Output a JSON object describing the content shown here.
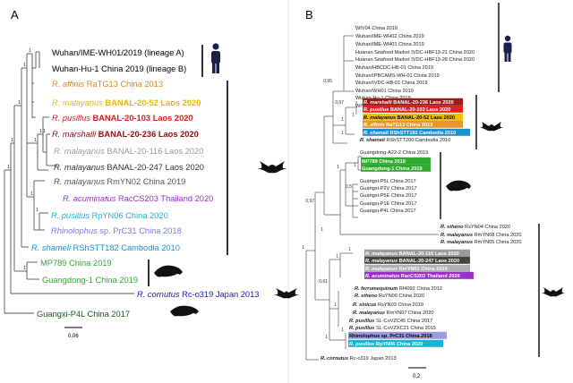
{
  "panels": {
    "a": {
      "letter": "A",
      "scale": "0,06",
      "support": [
        "1",
        "1",
        "1",
        "1",
        "1",
        "1",
        "1",
        "1",
        "1",
        "1",
        "1"
      ],
      "leaves": [
        {
          "italic": "",
          "rest": "Wuhan/IME-WH01/2019 (lineage A)",
          "color": "#000000"
        },
        {
          "italic": "",
          "rest": "Wuhan-Hu-1 China 2019 (lineage B)",
          "color": "#000000"
        },
        {
          "italic": "R. affinis",
          "rest": " RaTG13 China 2013",
          "color": "#d4882a"
        },
        {
          "italic": "R. malayanus",
          "rest": " BANAL-20-52 Laos 2020",
          "color": "#e8b800"
        },
        {
          "italic": "R. pusillus",
          "rest": " BANAL-20-103 Laos 2020",
          "color": "#d81b1b"
        },
        {
          "italic": "R. marshalli",
          "rest": " BANAL-20-236 Laos 2020",
          "color": "#8b1010"
        },
        {
          "italic": "R. malayanus",
          "rest": " BANAL-20-116 Laos 2020",
          "color": "#9a9a9a"
        },
        {
          "italic": "R. malayanus",
          "rest": " BANAL-20-247 Laos 2020",
          "color": "#333333"
        },
        {
          "italic": "R. malayanus",
          "rest": " RmYN02 China 2019",
          "color": "#555555"
        },
        {
          "italic": "R. acuminatus",
          "rest": " RacCS203 Thailand 2020",
          "color": "#9b30c8"
        },
        {
          "italic": "R. pusillus",
          "rest": " RpYN06 China 2020",
          "color": "#14b4d2"
        },
        {
          "italic": "Rhinolophus",
          "rest": " sp. PrC31 China 2018",
          "color": "#7b7bd6"
        },
        {
          "italic": "R. shameli",
          "rest": " RShSTT182 Cambodia 2010",
          "color": "#1a8fd1"
        },
        {
          "italic": "",
          "rest": "MP789 China 2019",
          "color": "#2eaa2e"
        },
        {
          "italic": "",
          "rest": "Guangdong-1 China 2019",
          "color": "#2eaa2e"
        },
        {
          "italic": "R. cornutus",
          "rest": " Rc-o319 Japan 2013",
          "color": "#1a1aa6"
        },
        {
          "italic": "",
          "rest": "Guangxi-P4L China 2017",
          "color": "#1a5a1a"
        }
      ]
    },
    "b": {
      "letter": "B",
      "scale": "0,2",
      "support": [
        "0,95",
        "0,97",
        "1",
        "1",
        "1",
        "0,97",
        "0,5",
        "1",
        "1",
        "1",
        "0,61",
        "1",
        "1",
        "1",
        "1",
        "1",
        "1"
      ],
      "leaves": [
        {
          "italic": "",
          "rest": "WIV04 China 2019",
          "bg": "",
          "color": "#222222"
        },
        {
          "italic": "",
          "rest": "Wuhan/IME-WH02 China 2019",
          "bg": "",
          "color": "#222222"
        },
        {
          "italic": "",
          "rest": "Wuhan/IME-WH01 China 2019",
          "bg": "",
          "color": "#222222"
        },
        {
          "italic": "",
          "rest": "Huanan Seafood Market IVDC-HBF13-21 China 2020",
          "bg": "",
          "color": "#222222"
        },
        {
          "italic": "",
          "rest": "Huanan Seafood Market IVDC-HBF13-28 China 2020",
          "bg": "",
          "color": "#222222"
        },
        {
          "italic": "",
          "rest": "Wuhan/HBCDC-HB-01 China 2019",
          "bg": "",
          "color": "#222222"
        },
        {
          "italic": "",
          "rest": "Wuhan/IPBCAMS-WH-01 China 2019",
          "bg": "",
          "color": "#222222"
        },
        {
          "italic": "",
          "rest": "Wuhan/IVDC-HB-01 China 2019",
          "bg": "",
          "color": "#222222"
        },
        {
          "italic": "",
          "rest": "Wuhan/WH01 China 2019",
          "bg": "",
          "color": "#222222"
        },
        {
          "italic": "",
          "rest": "Wuhan-Hu-1 China 2019",
          "bg": "",
          "color": "#222222"
        },
        {
          "italic": "",
          "rest": "WIV02 China 2019",
          "bg": "",
          "color": "#222222"
        },
        {
          "italic": "R. marshalli",
          "rest": " BANAL-20-236 Laos 2020",
          "bg": "#a01818",
          "color": "#ffffff"
        },
        {
          "italic": "R. pusillus",
          "rest": " BANAL-20-103 Laos 2020",
          "bg": "#e02020",
          "color": "#ffffff"
        },
        {
          "italic": "R. malayanus",
          "rest": " BANAL-20-52 Laos 2020",
          "bg": "#f0c000",
          "color": "#000000"
        },
        {
          "italic": "R. affinis",
          "rest": " RaTG13 China 2013",
          "bg": "#e8962c",
          "color": "#ffffff"
        },
        {
          "italic": "R. shameli",
          "rest": " RShSTT182 Cambodia 2010",
          "bg": "#1a8fd1",
          "color": "#ffffff"
        },
        {
          "italic": "R. shameli",
          "rest": " RShSTT200 Cambodia 2010",
          "bg": "",
          "color": "#222222"
        },
        {
          "italic": "",
          "rest": "Guangdong-A22-2 China 2019",
          "bg": "",
          "color": "#222222"
        },
        {
          "italic": "",
          "rest": "MP789 China 2019",
          "bg": "#2eaa2e",
          "color": "#ffffff"
        },
        {
          "italic": "",
          "rest": "Guangdong-1 China 2019",
          "bg": "#2eaa2e",
          "color": "#ffffff"
        },
        {
          "italic": "",
          "rest": "Guangxi-P5L China 2017",
          "bg": "",
          "color": "#222222"
        },
        {
          "italic": "",
          "rest": "Guangxi-P2V China 2017",
          "bg": "",
          "color": "#222222"
        },
        {
          "italic": "",
          "rest": "Guangxi-P5E China 2017",
          "bg": "",
          "color": "#222222"
        },
        {
          "italic": "",
          "rest": "Guangxi-P1E China 2017",
          "bg": "",
          "color": "#222222"
        },
        {
          "italic": "",
          "rest": "Guangxi-P4L China 2017",
          "bg": "",
          "color": "#222222"
        },
        {
          "italic": "R. stheno",
          "rest": " RsYN04 China 2020",
          "bg": "",
          "color": "#222222"
        },
        {
          "italic": "R. malayanus",
          "rest": " RmYN08 China 2020",
          "bg": "",
          "color": "#222222"
        },
        {
          "italic": "R. malayanus",
          "rest": " RmYN05 China 2020",
          "bg": "",
          "color": "#222222"
        },
        {
          "italic": "R. malayanus",
          "rest": " BANAL-20-116 Laos 2020",
          "bg": "#9a9a9a",
          "color": "#ffffff"
        },
        {
          "italic": "R. malayanus",
          "rest": " BANAL-20-247 Laos 2020",
          "bg": "#444444",
          "color": "#ffffff"
        },
        {
          "italic": "R. malayanus",
          "rest": " RmYN02 China 2019",
          "bg": "#b0b0b0",
          "color": "#ffffff"
        },
        {
          "italic": "R. acuminatus",
          "rest": " RacCS203 Thailand 2020",
          "bg": "#9b30c8",
          "color": "#ffffff"
        },
        {
          "italic": "R. ferrumequinum",
          "rest": " Rf4092 China 2012",
          "bg": "",
          "color": "#222222"
        },
        {
          "italic": "R. stheno",
          "rest": " RsYN09 China 2020",
          "bg": "",
          "color": "#222222"
        },
        {
          "italic": "R. sinicus",
          "rest": " RsYN03 China 2019",
          "bg": "",
          "color": "#222222"
        },
        {
          "italic": "R. malayanus",
          "rest": " RmYN07 China 2020",
          "bg": "",
          "color": "#222222"
        },
        {
          "italic": "R. pusillus",
          "rest": " SL-CoVZC45 China 2017",
          "bg": "",
          "color": "#222222"
        },
        {
          "italic": "R. pusillus",
          "rest": " SL-CoVZXC21 China 2015",
          "bg": "",
          "color": "#222222"
        },
        {
          "italic": "",
          "rest": "Rhinolophus sp. PrC31 China 2018",
          "bg": "#9a9ae0",
          "color": "#000000"
        },
        {
          "italic": "R. pusillus",
          "rest": " RpYN06 China 2020",
          "bg": "#14b4d2",
          "color": "#ffffff"
        },
        {
          "italic": "R. cornutus",
          "rest": " Rc-o319 Japan 2013",
          "bg": "",
          "color": "#222222"
        }
      ]
    }
  }
}
